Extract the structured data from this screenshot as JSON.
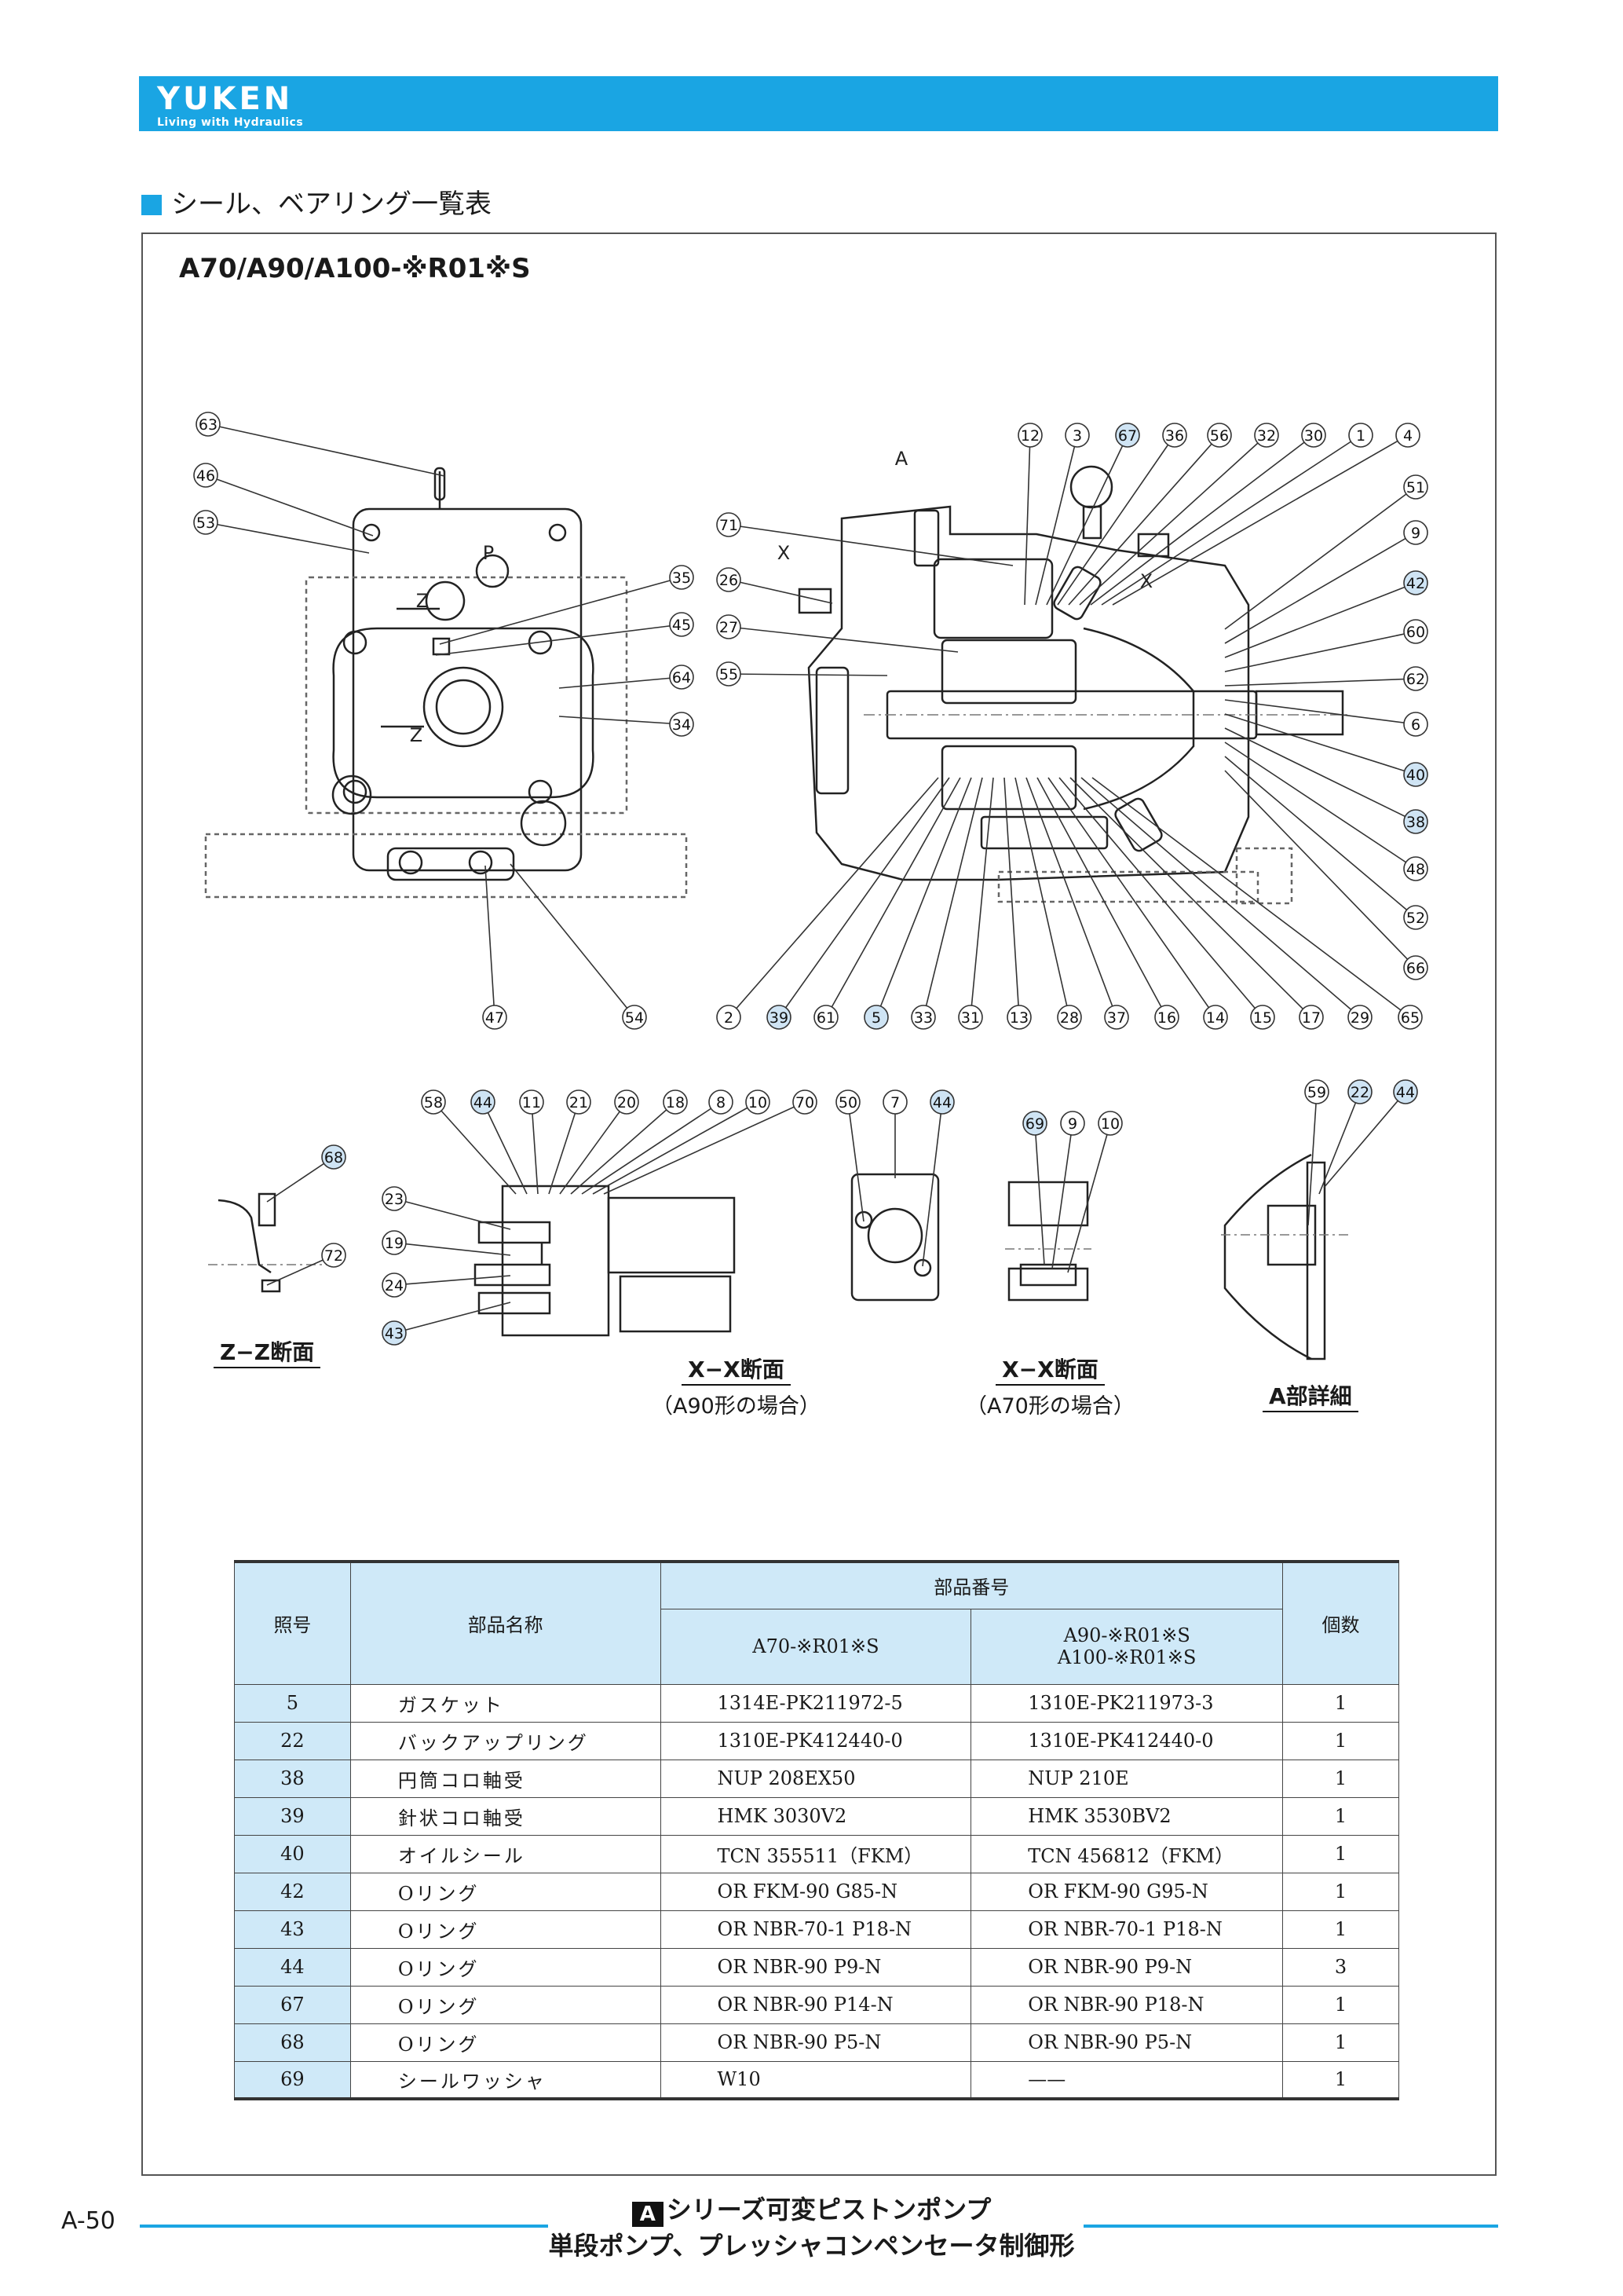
{
  "header": {
    "brand": "YUKEN",
    "tagline": "Living with Hydraulics"
  },
  "section_title": "シール、ベアリング一覧表",
  "model_title": "A70/A90/A100-※R01※S",
  "captions": {
    "zz": "Z−Z断面",
    "xx_a90": "X−X断面",
    "xx_a90_sub": "（A90形の場合）",
    "xx_a70": "X−X断面",
    "xx_a70_sub": "（A70形の場合）",
    "detail_a": "A部詳細"
  },
  "drawing_letters": [
    "A",
    "X",
    "X",
    "Z",
    "Z",
    "P"
  ],
  "balloons": {
    "left_view": [
      "63",
      "46",
      "53",
      "35",
      "45",
      "64",
      "34",
      "47",
      "54"
    ],
    "main_top": [
      "12",
      "3",
      "67",
      "36",
      "56",
      "32",
      "30",
      "1",
      "4"
    ],
    "main_left": [
      "71",
      "26",
      "27",
      "55"
    ],
    "main_right": [
      "51",
      "9",
      "42",
      "60",
      "62",
      "6",
      "40",
      "38",
      "48",
      "52",
      "66"
    ],
    "main_bottom": [
      "2",
      "39",
      "61",
      "5",
      "33",
      "31",
      "13",
      "28",
      "37",
      "16",
      "14",
      "15",
      "17",
      "29",
      "65"
    ],
    "zz_view": [
      "68",
      "72"
    ],
    "xx90_top": [
      "58",
      "44",
      "11",
      "21",
      "20",
      "18",
      "8",
      "10",
      "70"
    ],
    "xx90_left": [
      "23",
      "19",
      "24",
      "43"
    ],
    "mid_view": [
      "50",
      "7",
      "44"
    ],
    "xx70_view": [
      "69",
      "9",
      "10"
    ],
    "detail_view": [
      "59",
      "22",
      "44"
    ],
    "highlighted": [
      "67",
      "42",
      "40",
      "38",
      "39",
      "5",
      "44",
      "68",
      "43",
      "69",
      "22"
    ]
  },
  "colors": {
    "accent": "#1aa5e3",
    "table_header": "#cfe9f8",
    "balloon_highlight": "#cfe4f4"
  },
  "table": {
    "header": {
      "no": "照号",
      "name": "部品名称",
      "part_number": "部品番号",
      "col_a70": "A70-※R01※S",
      "col_a90_line1": "A90-※R01※S",
      "col_a90_line2": "A100-※R01※S",
      "qty": "個数"
    },
    "rows": [
      {
        "no": "5",
        "name": "ガスケット",
        "a70": "1314E-PK211972-5",
        "a90": "1310E-PK211973-3",
        "qty": "1"
      },
      {
        "no": "22",
        "name": "バックアップリング",
        "a70": "1310E-PK412440-0",
        "a90": "1310E-PK412440-0",
        "qty": "1"
      },
      {
        "no": "38",
        "name": "円筒コロ軸受",
        "a70": "NUP 208EX50",
        "a90": "NUP 210E",
        "qty": "1"
      },
      {
        "no": "39",
        "name": "針状コロ軸受",
        "a70": "HMK 3030V2",
        "a90": "HMK 3530BV2",
        "qty": "1"
      },
      {
        "no": "40",
        "name": "オイルシール",
        "a70": "TCN 355511（FKM）",
        "a90": "TCN 456812（FKM）",
        "qty": "1"
      },
      {
        "no": "42",
        "name": "Oリング",
        "a70": "OR FKM-90 G85-N",
        "a90": "OR FKM-90 G95-N",
        "qty": "1"
      },
      {
        "no": "43",
        "name": "Oリング",
        "a70": "OR NBR-70-1 P18-N",
        "a90": "OR NBR-70-1 P18-N",
        "qty": "1"
      },
      {
        "no": "44",
        "name": "Oリング",
        "a70": "OR NBR-90 P9-N",
        "a90": "OR NBR-90 P9-N",
        "qty": "3"
      },
      {
        "no": "67",
        "name": "Oリング",
        "a70": "OR NBR-90 P14-N",
        "a90": "OR NBR-90 P18-N",
        "qty": "1"
      },
      {
        "no": "68",
        "name": "Oリング",
        "a70": "OR NBR-90 P5-N",
        "a90": "OR NBR-90 P5-N",
        "qty": "1"
      },
      {
        "no": "69",
        "name": "シールワッシャ",
        "a70": "W10",
        "a90": "——",
        "qty": "1"
      }
    ]
  },
  "footer": {
    "page_number": "A-50",
    "series_mark": "A",
    "title_line1": "シリーズ可変ピストンポンプ",
    "title_line2": "単段ポンプ、プレッシャコンペンセータ制御形"
  }
}
